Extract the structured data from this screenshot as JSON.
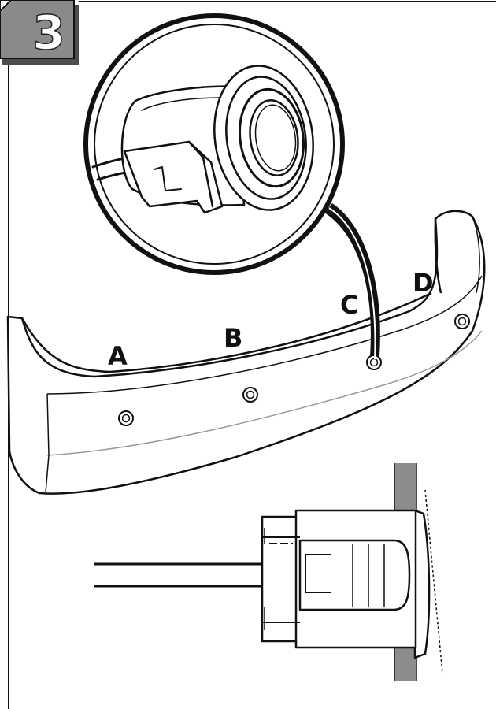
{
  "step": {
    "number": "3"
  },
  "colors": {
    "badge_fill": "#8a8a8a",
    "badge_shadow": "#555555",
    "line": "#111111",
    "panel_gray": "#8c8c8c"
  },
  "bumper": {
    "sensor_labels": {
      "a": "A",
      "b": "B",
      "c": "C",
      "d": "D"
    }
  },
  "icons": {
    "badge": "step-number-badge",
    "sensor": "parking-sensor-icon",
    "connector": "sensor-connector-icon"
  }
}
